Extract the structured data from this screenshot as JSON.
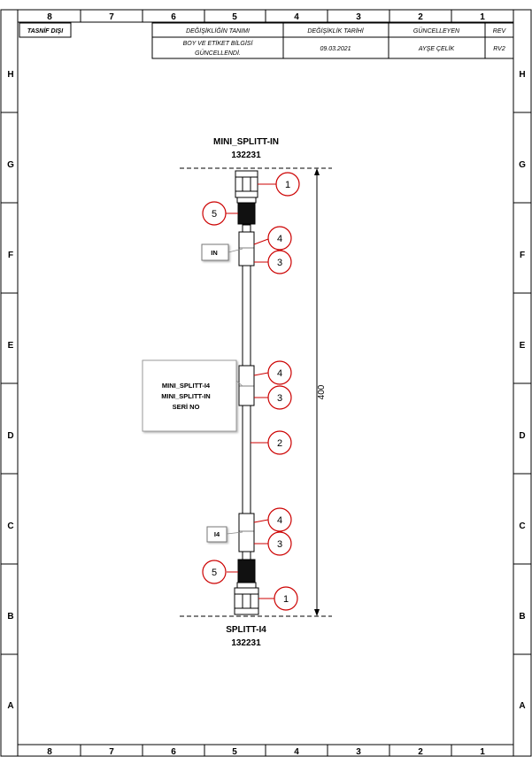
{
  "header": {
    "classification": "TASNİF DIŞI",
    "col_change": "DEĞİŞİKLİĞİN TANIMI",
    "col_date": "DEĞİŞİKLİK TARİHİ",
    "col_updater": "GÜNCELLEYEN",
    "col_rev": "REV",
    "change_line1": "BOY VE ETİKET BİLGİSİ",
    "change_line2": "GÜNCELLENDİ.",
    "date": "09.03.2021",
    "updater": "AYŞE ÇELİK",
    "rev": "RV2"
  },
  "zones": {
    "columns": [
      "8",
      "7",
      "6",
      "5",
      "4",
      "3",
      "2",
      "1"
    ],
    "rows": [
      "H",
      "G",
      "F",
      "E",
      "D",
      "C",
      "B",
      "A"
    ]
  },
  "top_connector": {
    "name": "MINI_SPLITT-IN",
    "part_no": "132231"
  },
  "bottom_connector": {
    "name": "SPLITT-I4",
    "part_no": "132231"
  },
  "labels": {
    "in": "IN",
    "serial_line1": "MINI_SPLITT-I4",
    "serial_line2": "MINI_SPLITT-IN",
    "serial_line3": "SERİ NO",
    "i4": "I4"
  },
  "balloons": {
    "top_nut": "1",
    "top_boot": "5",
    "in_sleeve": "4",
    "in_label": "3",
    "mid_sleeve": "4",
    "mid_label": "3",
    "cable": "2",
    "i4_sleeve": "4",
    "i4_label": "3",
    "bottom_boot": "5",
    "bottom_nut": "1"
  },
  "dimension": {
    "length": "400"
  },
  "colors": {
    "line": "#000000",
    "balloon": "#cc0000",
    "boot": "#111111"
  }
}
